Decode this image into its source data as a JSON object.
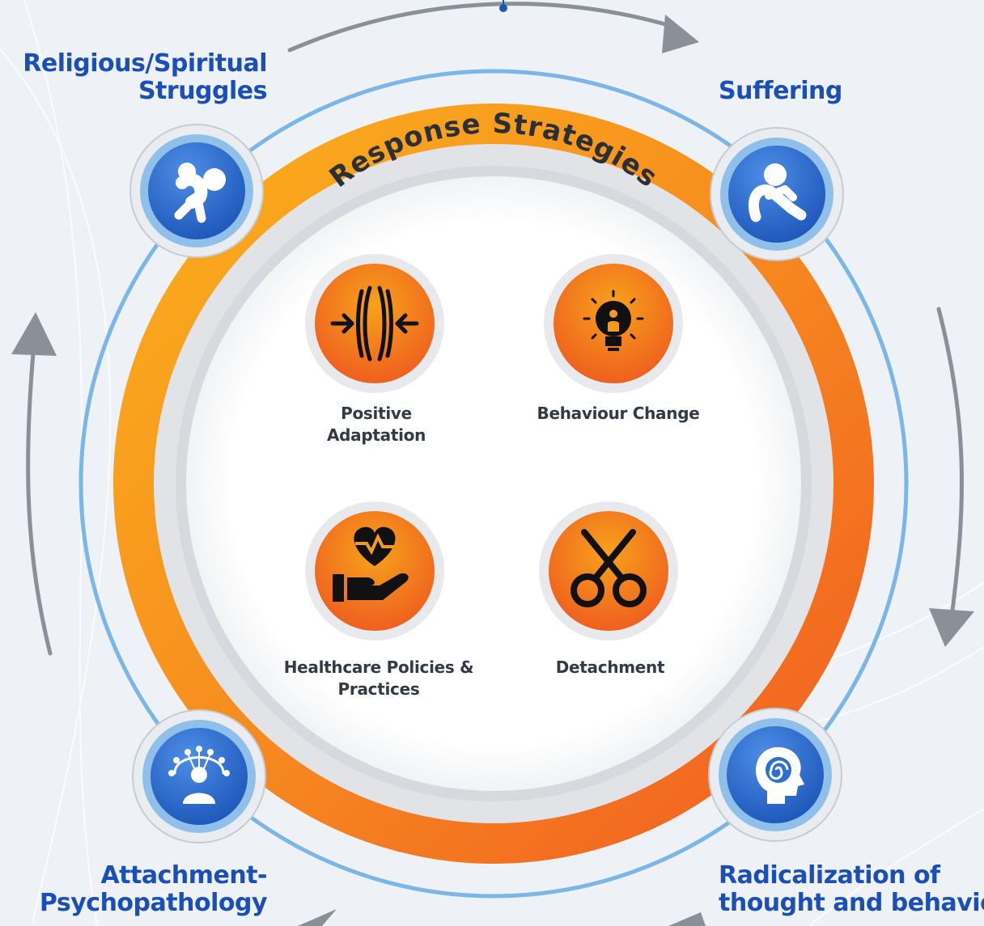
{
  "ring_title": "Response Strategies",
  "outer_nodes": [
    {
      "lines": [
        "Religious/Spiritual",
        "Struggles"
      ],
      "icon": "struggle-person-icon"
    },
    {
      "lines": [
        "Suffering"
      ],
      "icon": "suffering-person-icon"
    },
    {
      "lines": [
        "Attachment-",
        "Psychopathology"
      ],
      "icon": "network-person-icon"
    },
    {
      "lines": [
        "Radicalization of",
        "thought and behavior"
      ],
      "icon": "spiral-head-icon"
    }
  ],
  "strategies": [
    {
      "lines": [
        "Positive",
        "Adaptation"
      ],
      "icon": "compress-arrows-icon"
    },
    {
      "lines": [
        "Behaviour Change"
      ],
      "icon": "lightbulb-person-icon"
    },
    {
      "lines": [
        "Healthcare Policies &",
        "Practices"
      ],
      "icon": "heart-hand-icon"
    },
    {
      "lines": [
        "Detachment"
      ],
      "icon": "scissors-icon"
    }
  ],
  "colors": {
    "label_blue": "#1b4fb8",
    "ring_orange": "#f47b1e",
    "ring_yellow": "#f9a91b",
    "node_blue": "#2d6fd0",
    "arrow_gray": "#8a8f98"
  }
}
